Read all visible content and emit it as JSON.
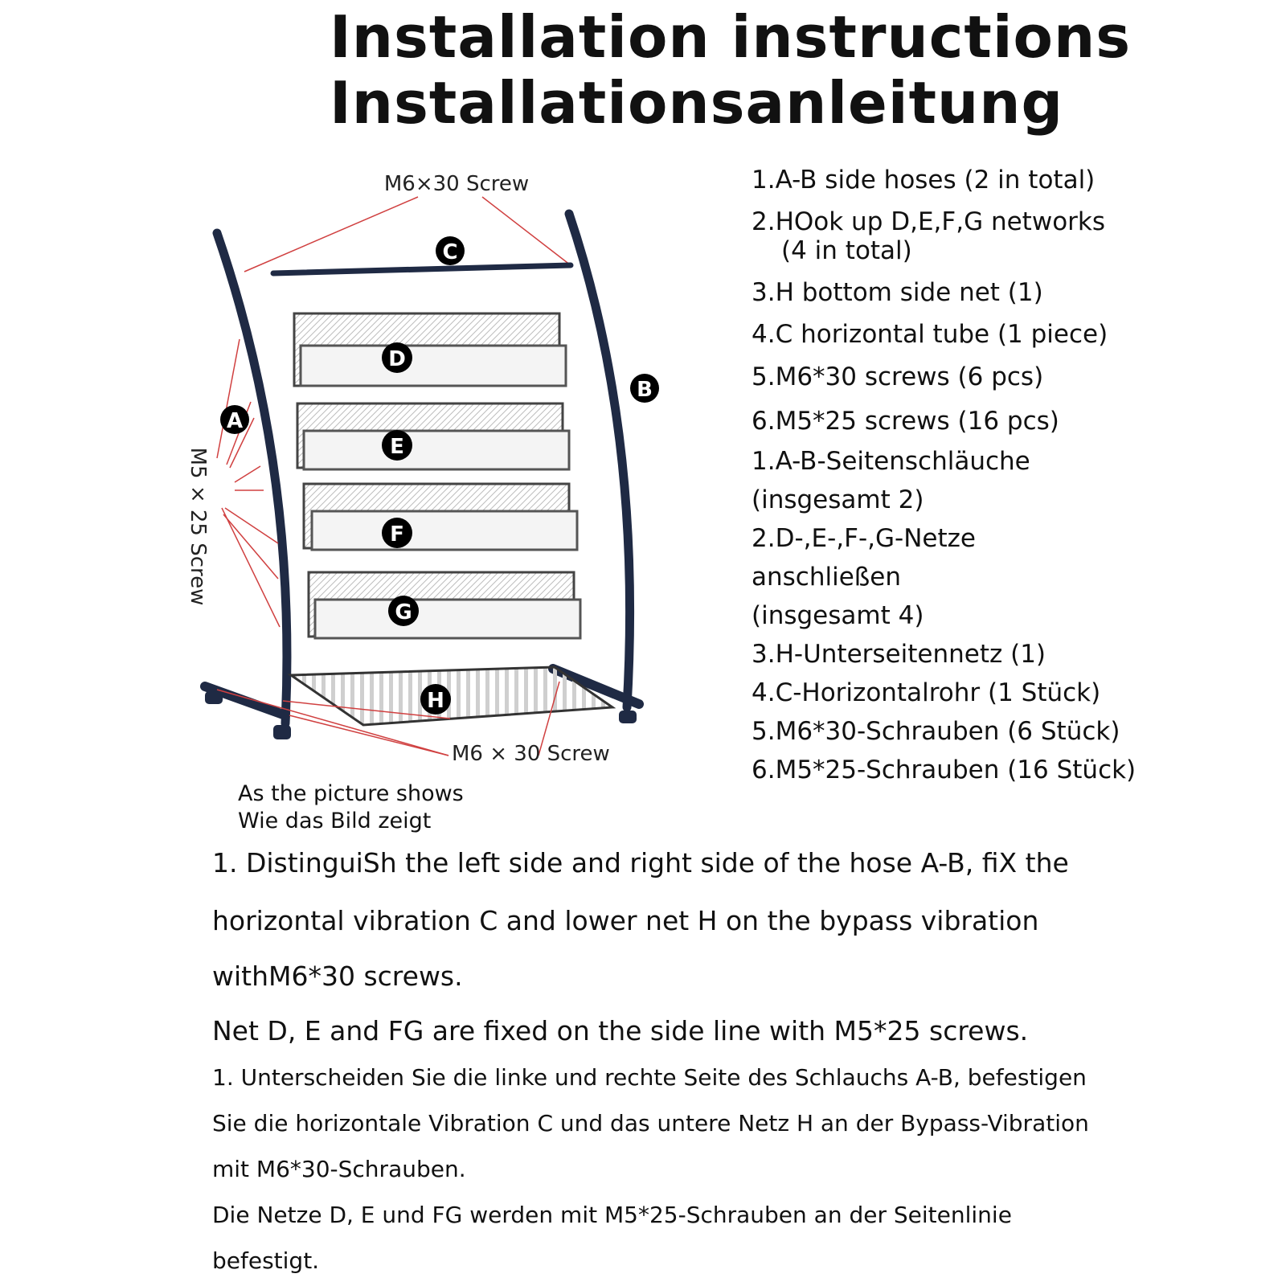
{
  "title": {
    "en": "Installation instructions",
    "de": "Installationsanleitung"
  },
  "diagram": {
    "label_top_screw": "M6×30 Screw",
    "label_side_screw": "M5 × 25 Screw",
    "label_bottom_screw": "M6 × 30 Screw",
    "markers": [
      "A",
      "B",
      "C",
      "D",
      "E",
      "F",
      "G",
      "H"
    ],
    "colors": {
      "frame": "#1f2a44",
      "leader": "#d04040",
      "mesh": "#bdbdbd"
    }
  },
  "parts_en": [
    "1.A-B side hoses (2 in total)",
    "2.HOok up D,E,F,G networks",
    "(4 in total)",
    "3.H bottom side net (1)",
    "4.C horizontal tube (1 piece)",
    "5.M6*30 screws (6 pcs)",
    "6.M5*25 screws (16 pcs)"
  ],
  "parts_de": [
    "1.A-B-Seitenschläuche",
    "(insgesamt 2)",
    "2.D-,E-,F-,G-Netze",
    "anschließen",
    "(insgesamt 4)",
    "3.H-Unterseitennetz (1)",
    "4.C-Horizontalrohr (1 Stück)",
    "5.M6*30-Schrauben (6 Stück)",
    "6.M5*25-Schrauben (16 Stück)"
  ],
  "caption": {
    "en": "As the picture shows",
    "de": "Wie das Bild zeigt"
  },
  "instructions_en": [
    "1. DistinguiSh the left side and right side of the hose A-B, fiX the",
    "horizontal vibration C and lower net H on the bypass vibration",
    "withM6*30 screws.",
    "Net D, E and FG are fixed on the side line with M5*25 screws."
  ],
  "instructions_de": [
    "1. Unterscheiden Sie die linke und rechte Seite des Schlauchs A-B, befestigen",
    "Sie die horizontale Vibration C und das untere Netz H an der Bypass-Vibration",
    "mit M6*30-Schrauben.",
    "Die Netze D, E und FG werden mit M5*25-Schrauben an der Seitenlinie",
    "befestigt."
  ]
}
